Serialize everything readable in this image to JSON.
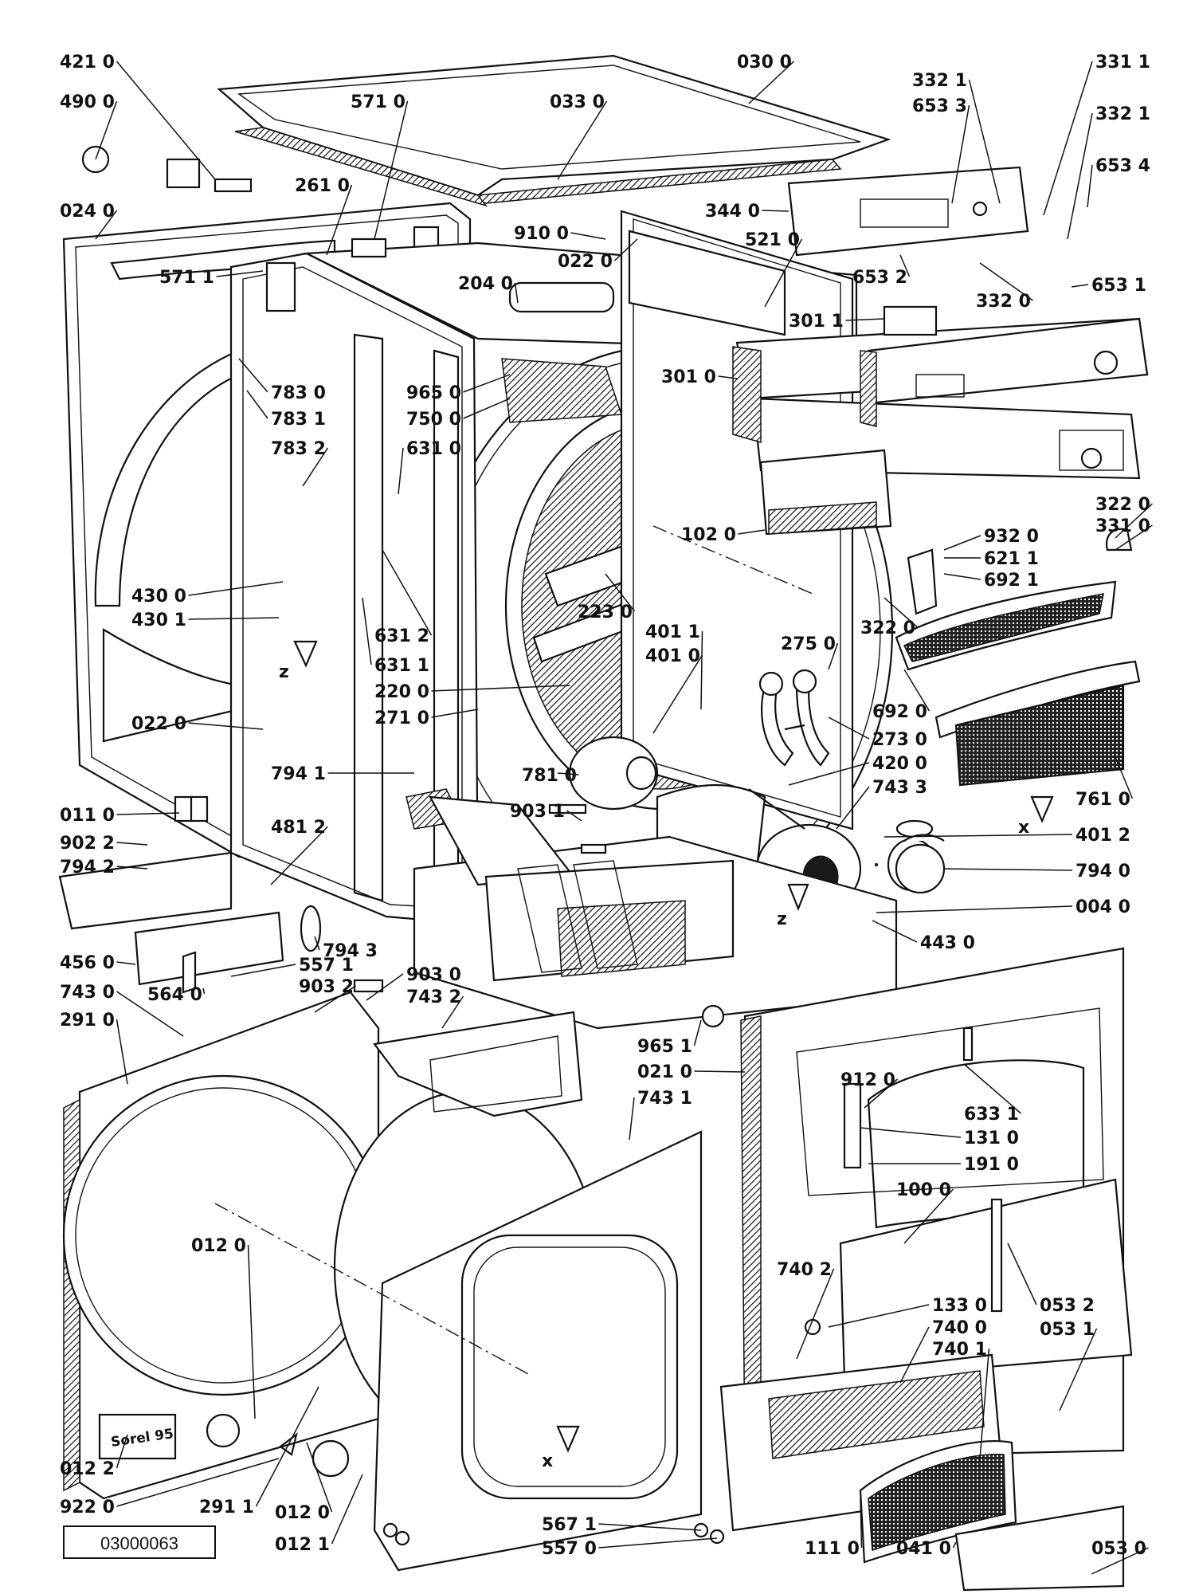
{
  "diagram": {
    "document_number": "03000063",
    "nameplate_text": "Sorel 95",
    "labels": [
      {
        "id": "l4210",
        "text": "421 0"
      },
      {
        "id": "l4900",
        "text": "490 0"
      },
      {
        "id": "l5710",
        "text": "571 0"
      },
      {
        "id": "l0330",
        "text": "033 0"
      },
      {
        "id": "l0300",
        "text": "030 0"
      },
      {
        "id": "l3321a",
        "text": "332 1"
      },
      {
        "id": "l6533",
        "text": "653 3"
      },
      {
        "id": "l3311",
        "text": "331 1"
      },
      {
        "id": "l3321b",
        "text": "332 1"
      },
      {
        "id": "l6534",
        "text": "653 4"
      },
      {
        "id": "l0240",
        "text": "024 0"
      },
      {
        "id": "l2610",
        "text": "261 0"
      },
      {
        "id": "l9100",
        "text": "910 0"
      },
      {
        "id": "l3440",
        "text": "344 0"
      },
      {
        "id": "l0220a",
        "text": "022 0"
      },
      {
        "id": "l5210",
        "text": "521 0"
      },
      {
        "id": "l5711",
        "text": "571 1"
      },
      {
        "id": "l2040",
        "text": "204 0"
      },
      {
        "id": "l6532",
        "text": "653 2"
      },
      {
        "id": "l3320",
        "text": "332 0"
      },
      {
        "id": "l6531",
        "text": "653 1"
      },
      {
        "id": "l3011",
        "text": "301 1"
      },
      {
        "id": "l3010",
        "text": "301 0"
      },
      {
        "id": "l7830",
        "text": "783 0"
      },
      {
        "id": "l9650a",
        "text": "965 0"
      },
      {
        "id": "l7831",
        "text": "783 1"
      },
      {
        "id": "l7500",
        "text": "750 0"
      },
      {
        "id": "l7832",
        "text": "783 2"
      },
      {
        "id": "l6310",
        "text": "631 0"
      },
      {
        "id": "l3220a",
        "text": "322 0"
      },
      {
        "id": "l3310",
        "text": "331 0"
      },
      {
        "id": "l1020",
        "text": "102 0"
      },
      {
        "id": "l9320",
        "text": "932 0"
      },
      {
        "id": "l6211",
        "text": "621 1"
      },
      {
        "id": "l6921",
        "text": "692 1"
      },
      {
        "id": "l4300",
        "text": "430 0"
      },
      {
        "id": "l4301",
        "text": "430 1"
      },
      {
        "id": "l2230",
        "text": "223 0"
      },
      {
        "id": "l3220b",
        "text": "322 0"
      },
      {
        "id": "l6312",
        "text": "631 2"
      },
      {
        "id": "l4011",
        "text": "401 1"
      },
      {
        "id": "l4010",
        "text": "401 0"
      },
      {
        "id": "l2750",
        "text": "275 0"
      },
      {
        "id": "l6311",
        "text": "631 1"
      },
      {
        "id": "l2200",
        "text": "220 0"
      },
      {
        "id": "l2710",
        "text": "271 0"
      },
      {
        "id": "l0220b",
        "text": "022 0"
      },
      {
        "id": "l6920",
        "text": "692 0"
      },
      {
        "id": "l2730",
        "text": "273 0"
      },
      {
        "id": "l4200",
        "text": "420 0"
      },
      {
        "id": "l7941",
        "text": "794 1"
      },
      {
        "id": "l7810",
        "text": "781 0"
      },
      {
        "id": "l7433",
        "text": "743 3"
      },
      {
        "id": "l7610",
        "text": "761 0"
      },
      {
        "id": "l0110",
        "text": "011 0"
      },
      {
        "id": "l9031",
        "text": "903 1"
      },
      {
        "id": "l4012",
        "text": "401 2"
      },
      {
        "id": "l9022",
        "text": "902 2"
      },
      {
        "id": "l7942",
        "text": "794 2"
      },
      {
        "id": "l4812",
        "text": "481 2"
      },
      {
        "id": "l7940",
        "text": "794 0"
      },
      {
        "id": "l0040",
        "text": "004 0"
      },
      {
        "id": "l4430",
        "text": "443 0"
      },
      {
        "id": "l7943",
        "text": "794 3"
      },
      {
        "id": "l4560",
        "text": "456 0"
      },
      {
        "id": "l5571",
        "text": "557 1"
      },
      {
        "id": "l9030",
        "text": "903 0"
      },
      {
        "id": "l5640",
        "text": "564 0"
      },
      {
        "id": "l9032",
        "text": "903 2"
      },
      {
        "id": "l7430",
        "text": "743 0"
      },
      {
        "id": "l7432",
        "text": "743 2"
      },
      {
        "id": "l2910",
        "text": "291 0"
      },
      {
        "id": "l9651",
        "text": "965 1"
      },
      {
        "id": "l0210",
        "text": "021 0"
      },
      {
        "id": "l7431",
        "text": "743 1"
      },
      {
        "id": "l9120",
        "text": "912 0"
      },
      {
        "id": "l6331",
        "text": "633 1"
      },
      {
        "id": "l1310",
        "text": "131 0"
      },
      {
        "id": "l1910",
        "text": "191 0"
      },
      {
        "id": "l1000",
        "text": "100 0"
      },
      {
        "id": "l0120a",
        "text": "012 0"
      },
      {
        "id": "l7402",
        "text": "740 2"
      },
      {
        "id": "l1330",
        "text": "133 0"
      },
      {
        "id": "l0532",
        "text": "053 2"
      },
      {
        "id": "l7400",
        "text": "740 0"
      },
      {
        "id": "l0531",
        "text": "053 1"
      },
      {
        "id": "l7401",
        "text": "740 1"
      },
      {
        "id": "l0122",
        "text": "012 2"
      },
      {
        "id": "l9220",
        "text": "922 0"
      },
      {
        "id": "l2911",
        "text": "291 1"
      },
      {
        "id": "l0120b",
        "text": "012 0"
      },
      {
        "id": "l0121",
        "text": "012 1"
      },
      {
        "id": "l5671",
        "text": "567 1"
      },
      {
        "id": "l5570",
        "text": "557 0"
      },
      {
        "id": "l1110",
        "text": "111 0"
      },
      {
        "id": "l0410",
        "text": "041 0"
      },
      {
        "id": "l0530",
        "text": "053 0"
      }
    ],
    "axis_markers": [
      "z",
      "z",
      "x",
      "x"
    ]
  }
}
